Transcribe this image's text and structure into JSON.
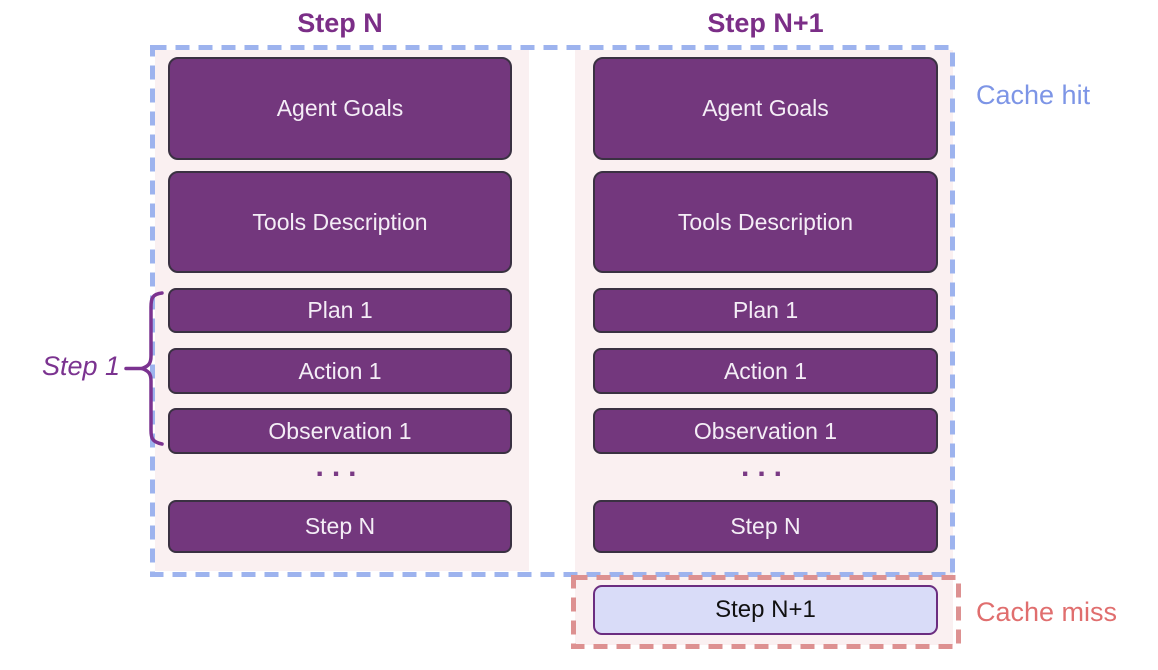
{
  "diagram": {
    "columns": [
      {
        "title": "Step N",
        "boxes": [
          {
            "label": "Agent Goals"
          },
          {
            "label": "Tools Description"
          },
          {
            "label": "Plan 1"
          },
          {
            "label": "Action 1"
          },
          {
            "label": "Observation 1"
          },
          {
            "label": "Step N"
          }
        ],
        "ellipsis": "..."
      },
      {
        "title": "Step N+1",
        "boxes": [
          {
            "label": "Agent Goals"
          },
          {
            "label": "Tools Description"
          },
          {
            "label": "Plan 1"
          },
          {
            "label": "Action 1"
          },
          {
            "label": "Observation 1"
          },
          {
            "label": "Step N"
          }
        ],
        "ellipsis": "...",
        "new_step": {
          "label": "Step N+1"
        }
      }
    ],
    "annotations": {
      "cache_hit": "Cache hit",
      "cache_miss": "Cache miss",
      "step_group": "Step 1"
    },
    "colors": {
      "box_fill": "#73377d",
      "box_border": "#3a3142",
      "box_text": "#f4edf6",
      "panel_bg": "#faf0f1",
      "title_text": "#7b2e87",
      "cache_hit_text": "#7d95e6",
      "cache_hit_border": "#9db3ee",
      "cache_miss_text": "#e06e6e",
      "cache_miss_border": "#dd9191",
      "new_step_fill": "#d9dcf8",
      "new_step_border": "#6b2d80",
      "brace": "#7b3390"
    }
  }
}
